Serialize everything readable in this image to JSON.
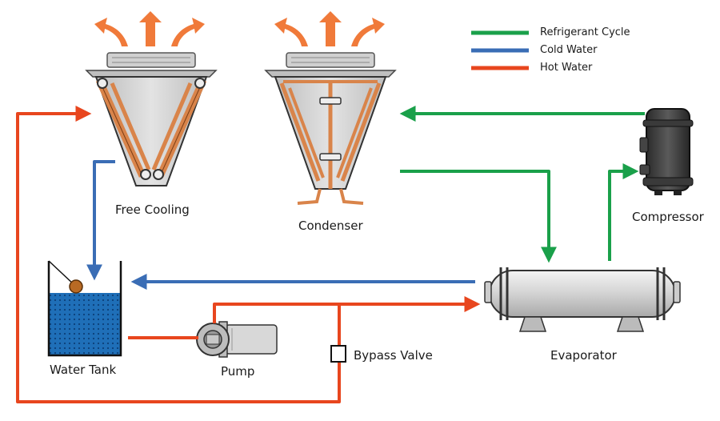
{
  "legend": {
    "items": [
      {
        "label": "Refrigerant Cycle",
        "color": "#1aa04a"
      },
      {
        "label": "Cold Water",
        "color": "#3a6db5"
      },
      {
        "label": "Hot Water",
        "color": "#e8461e"
      }
    ]
  },
  "labels": {
    "free_cooling": "Free Cooling",
    "condenser": "Condenser",
    "compressor": "Compressor",
    "evaporator": "Evaporator",
    "water_tank": "Water Tank",
    "pump": "Pump",
    "bypass_valve": "Bypass Valve"
  },
  "colors": {
    "refrigerant": "#1aa04a",
    "cold_water": "#3a6db5",
    "hot_water": "#e8461e",
    "heat_arrow": "#f07a3a",
    "tank_water": "#1f6fb8",
    "copper": "#d9844a"
  }
}
